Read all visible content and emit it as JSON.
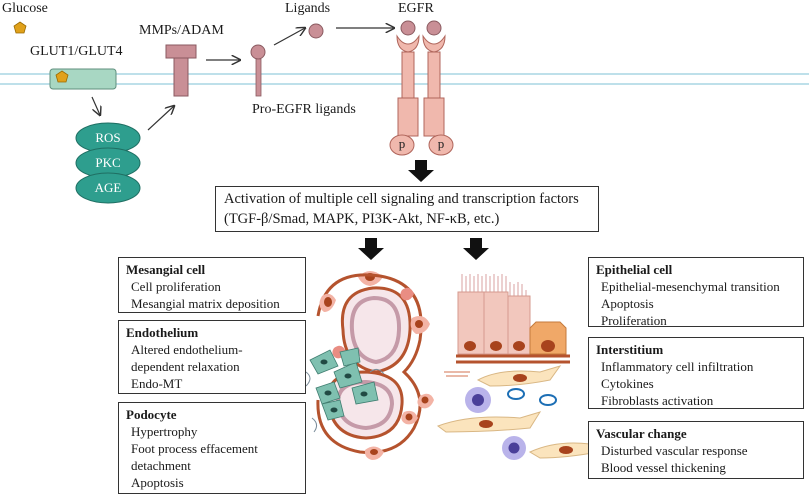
{
  "labels": {
    "glucose": "Glucose",
    "glut": "GLUT1/GLUT4",
    "mmps": "MMPs/ADAM",
    "ligands": "Ligands",
    "egfr": "EGFR",
    "pro_egfr": "Pro-EGFR ligands",
    "ros": "ROS",
    "pkc": "PKC",
    "age": "AGE",
    "p_left": "p",
    "p_right": "p"
  },
  "activation": {
    "line1": "Activation of multiple cell signaling and transcription factors",
    "line2": "(TGF-β/Smad,  MAPK,  PI3K-Akt,  NF-κB, etc.)"
  },
  "boxes": {
    "mesangial": {
      "title": "Mesangial cell",
      "items": [
        "Cell proliferation",
        "Mesangial matrix deposition"
      ]
    },
    "endothelium": {
      "title": "Endothelium",
      "items": [
        "Altered endothelium-",
        "dependent relaxation",
        "Endo-MT"
      ]
    },
    "podocyte": {
      "title": "Podocyte",
      "items": [
        "Hypertrophy",
        "Foot process effacement",
        "detachment",
        "Apoptosis"
      ]
    },
    "epithelial": {
      "title": "Epithelial cell",
      "items": [
        "Epithelial-mesenchymal transition",
        "Apoptosis",
        "Proliferation"
      ]
    },
    "interstitium": {
      "title": "Interstitium",
      "items": [
        "Inflammatory  cell infiltration",
        "Cytokines",
        "Fibroblasts activation"
      ]
    },
    "vascular": {
      "title": "Vascular change",
      "items": [
        "Disturbed vascular response",
        "Blood vessel thickening"
      ]
    }
  },
  "colors": {
    "membrane": "#a9d6e3",
    "glut_fill": "#a8d7c3",
    "oval_fill": "#2e9e8e",
    "receptor_fill": "#f0b8ad",
    "mmp_fill": "#c98f96",
    "glucose_fill": "#e0a11b",
    "vessel": "#b5532e",
    "nucleus": "#a8431d",
    "cell_teal": "#7fc0b0",
    "epithelial_pink": "#f2c7bd",
    "epithelial_orange": "#f0a868",
    "fibroblast": "#fbe4bd",
    "inflammatory": "#6d64b8"
  }
}
